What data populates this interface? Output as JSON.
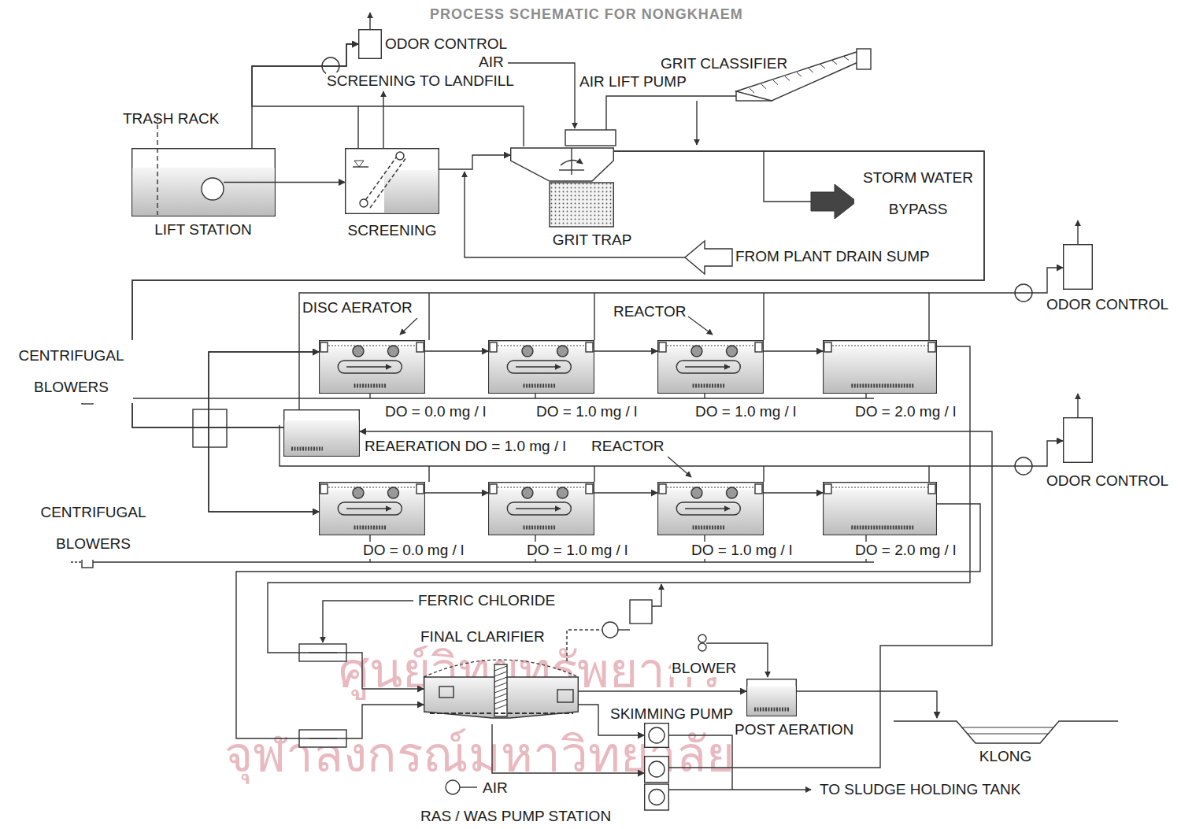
{
  "diagram": {
    "title": "PROCESS SCHEMATIC FOR NONGKHAEM",
    "nodes": [
      {
        "text": [
          "ODOR CONTROL"
        ]
      },
      {
        "text": [
          "LIFT STATION"
        ]
      },
      {
        "text": [
          "SCREENING"
        ]
      },
      {
        "text": [
          "GRIT TRAP"
        ]
      },
      {
        "text": [
          "DO = 0.0 mg / l"
        ]
      },
      {
        "text": [
          "DO = 1.0 mg / l"
        ]
      },
      {
        "text": [
          "DO = 1.0 mg / l"
        ]
      },
      {
        "text": [
          "DO = 2.0 mg / l"
        ]
      },
      {
        "text": [
          "ODOR CONTROL"
        ]
      },
      {
        "text": [
          "REAERATION DO = 1.0 mg / l"
        ]
      },
      {
        "text": [
          "DO = 0.0 mg / l"
        ]
      },
      {
        "text": [
          "DO = 1.0 mg / l"
        ]
      },
      {
        "text": [
          "DO = 1.0 mg / l"
        ]
      },
      {
        "text": [
          "DO = 2.0 mg / l"
        ]
      },
      {
        "text": [
          "ODOR CONTROL"
        ]
      },
      {
        "text": [
          "FINAL CLARIFIER"
        ]
      },
      {
        "text": [
          "SKIMMING PUMP"
        ]
      },
      {
        "text": [
          "POST AERATION"
        ]
      },
      {
        "text": [
          "KLONG"
        ]
      },
      {
        "text": [
          "RAS / WAS PUMP STATION"
        ]
      }
    ],
    "edges": [
      {
        "from": 1,
        "to": 2,
        "arrow": "to"
      },
      {
        "from": 2,
        "to": 3,
        "arrow": "to"
      },
      {
        "from": 2,
        "to": 0,
        "arrow": "to"
      },
      {
        "from": 1,
        "to": 0,
        "arrow": "to"
      },
      {
        "from": 3,
        "to": 4,
        "arrow": "to"
      },
      {
        "from": 3,
        "to": 10,
        "arrow": "to"
      },
      {
        "from": 4,
        "to": 5,
        "arrow": "to"
      },
      {
        "from": 5,
        "to": 6,
        "arrow": "to"
      },
      {
        "from": 6,
        "to": 7,
        "arrow": "to"
      },
      {
        "from": 10,
        "to": 11,
        "arrow": "to"
      },
      {
        "from": 11,
        "to": 12,
        "arrow": "to"
      },
      {
        "from": 12,
        "to": 13,
        "arrow": "to"
      },
      {
        "from": 7,
        "to": 8,
        "arrow": "to"
      },
      {
        "from": 13,
        "to": 14,
        "arrow": "to"
      },
      {
        "from": 7,
        "to": 15,
        "arrow": "to"
      },
      {
        "from": 13,
        "to": 15,
        "arrow": "to"
      },
      {
        "from": 15,
        "to": 16,
        "arrow": "to"
      },
      {
        "from": 15,
        "to": 17,
        "arrow": "to"
      },
      {
        "from": 17,
        "to": 18,
        "arrow": "to"
      },
      {
        "from": 15,
        "to": 19,
        "arrow": "to"
      },
      {
        "from": 19,
        "to": 9,
        "arrow": "to"
      },
      {
        "from": 9,
        "to": 4,
        "arrow": "to"
      },
      {
        "from": 9,
        "to": 10,
        "arrow": "to"
      }
    ],
    "labels": [
      "TRASH RACK",
      "AIR",
      "SCREENING TO LANDFILL",
      "AIR LIFT PUMP",
      "GRIT CLASSIFIER",
      "STORM WATER BYPASS",
      "FROM PLANT DRAIN SUMP",
      "CENTRIFUGAL BLOWERS",
      "DISC AERATOR",
      "REACTOR",
      "REACTOR",
      "CENTRIFUGAL BLOWERS",
      "FERRIC CHLORIDE",
      "BLOWER",
      "AIR",
      "TO SLUDGE HOLDING TANK",
      "ศูนย์วิทยทรัพยากร",
      "จุฬาลงกรณ์มหาวิทยาลัย"
    ]
  }
}
